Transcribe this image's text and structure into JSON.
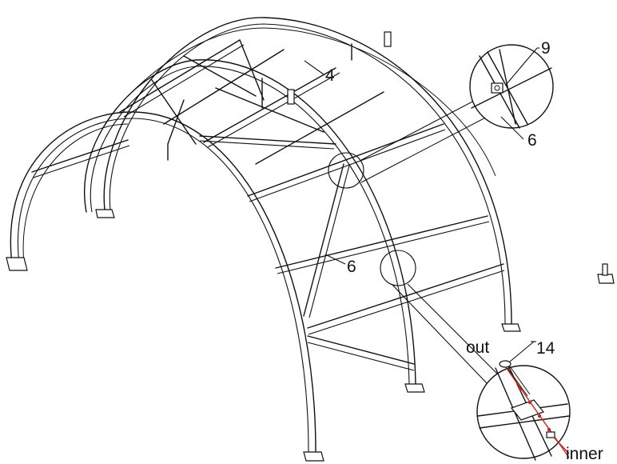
{
  "labels": {
    "part_9": "9",
    "part_4": "4",
    "part_6_detail": "6",
    "part_6_frame": "6",
    "part_14": "14",
    "side_out": "out",
    "side_inner": "inner"
  },
  "colors": {
    "line": "#111111",
    "bolt_axis": "#d42020",
    "background": "#ffffff"
  }
}
